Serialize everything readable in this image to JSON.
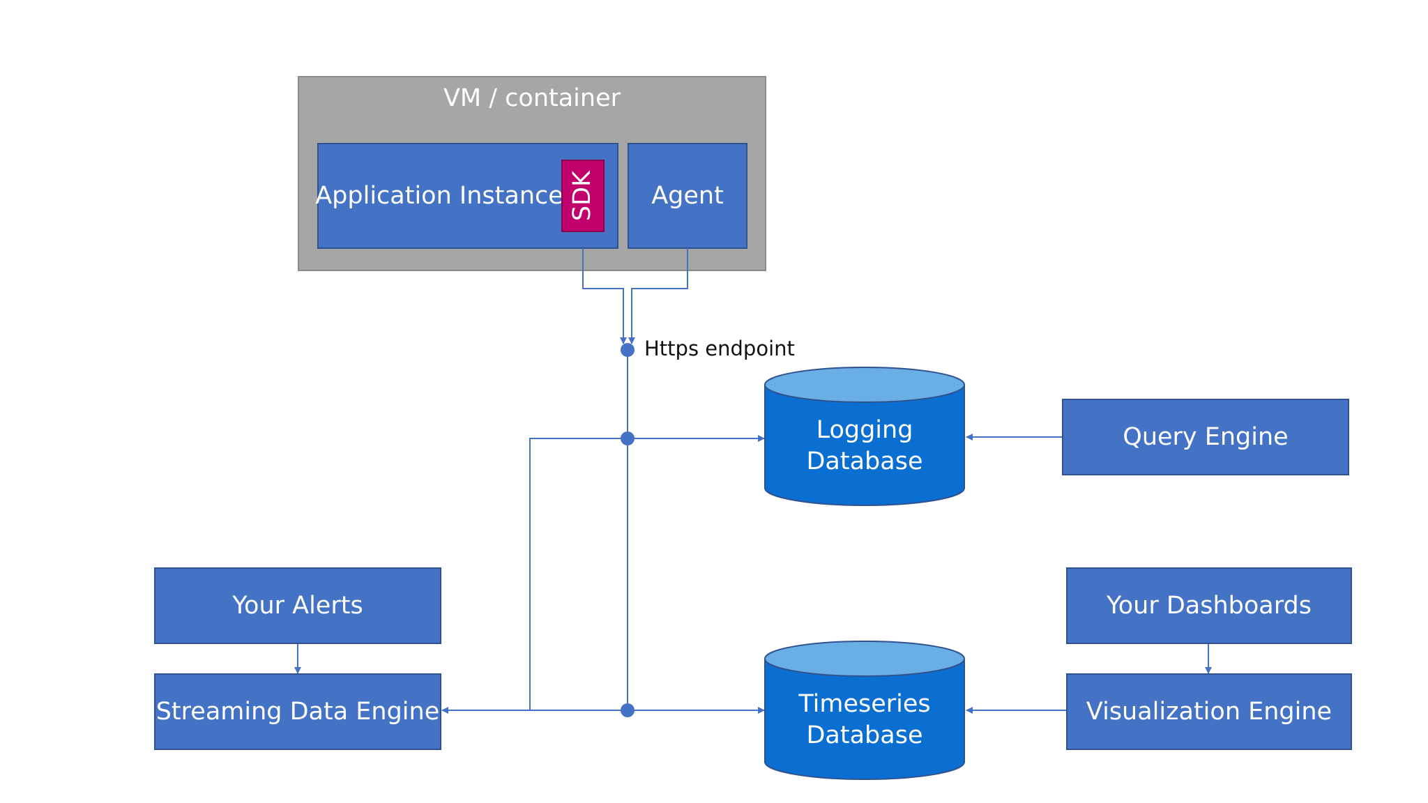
{
  "colors": {
    "box_fill": "#4472c4",
    "box_stroke": "#2f528f",
    "db_fill": "#0a6fd0",
    "db_top": "#6aaee6",
    "vm_fill": "#a6a6a6",
    "sdk_fill": "#c0006b",
    "connector": "#4472c4"
  },
  "vm": {
    "label": "VM / container"
  },
  "app": {
    "label": "Application Instance",
    "sdk_label": "SDK"
  },
  "agent": {
    "label": "Agent"
  },
  "endpoint": {
    "label": "Https endpoint"
  },
  "logging_db": {
    "line1": "Logging",
    "line2": "Database"
  },
  "timeseries_db": {
    "line1": "Timeseries",
    "line2": "Database"
  },
  "query_engine": {
    "label": "Query Engine"
  },
  "your_alerts": {
    "label": "Your Alerts"
  },
  "streaming_engine": {
    "label": "Streaming Data Engine"
  },
  "your_dashboards": {
    "label": "Your Dashboards"
  },
  "visualization_engine": {
    "label": "Visualization Engine"
  }
}
